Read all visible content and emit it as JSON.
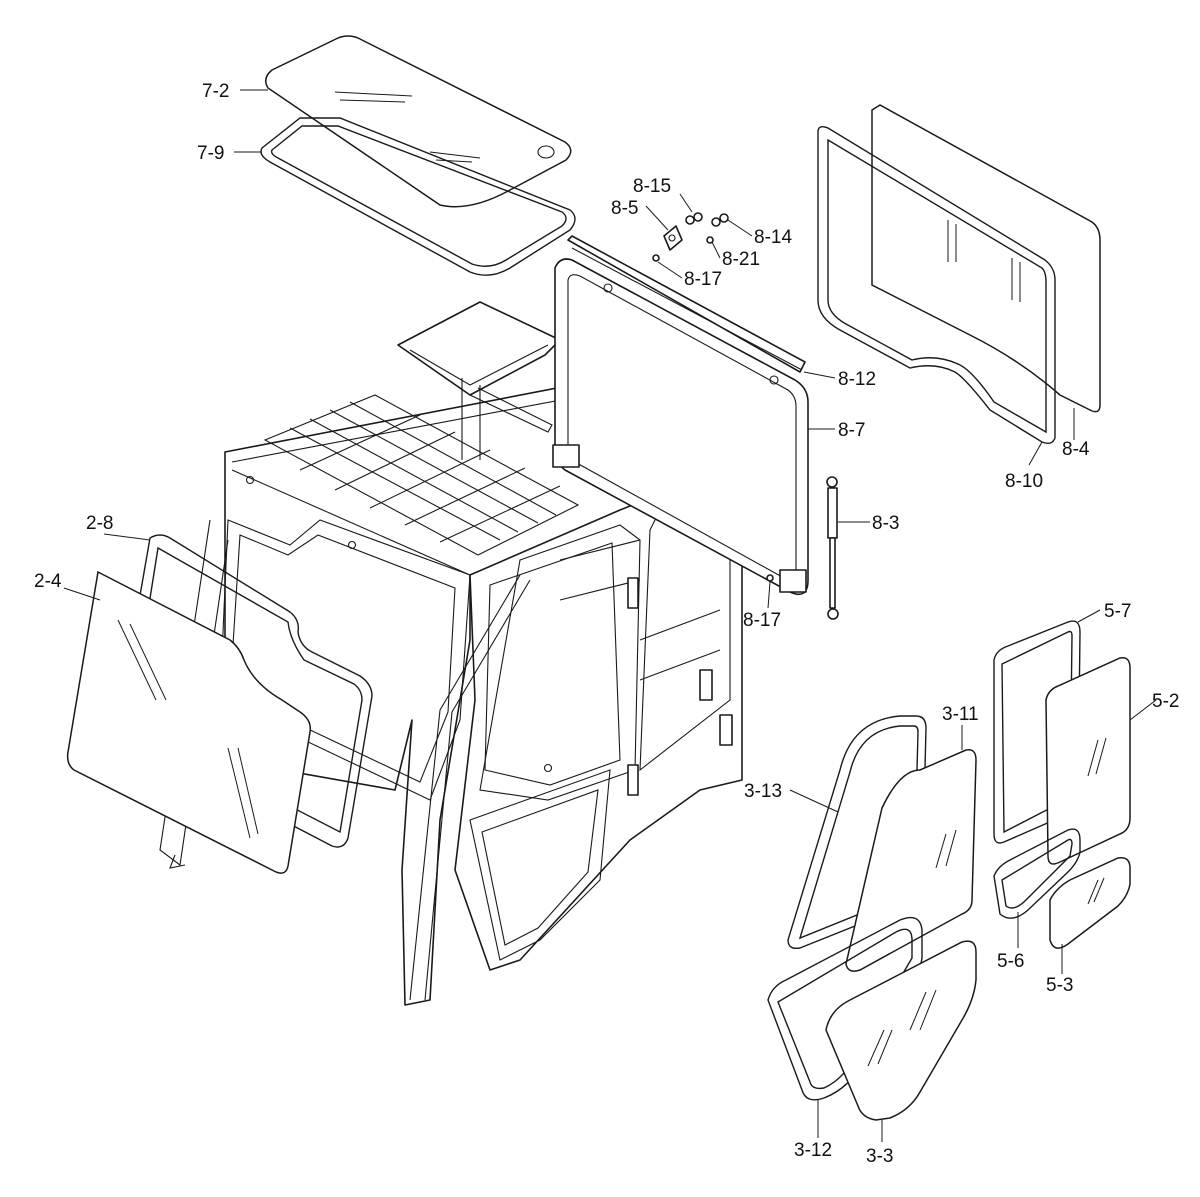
{
  "callouts": [
    {
      "id": "7-2",
      "text": "7-2"
    },
    {
      "id": "7-9",
      "text": "7-9"
    },
    {
      "id": "8-15",
      "text": "8-15"
    },
    {
      "id": "8-5",
      "text": "8-5"
    },
    {
      "id": "8-14",
      "text": "8-14"
    },
    {
      "id": "8-21",
      "text": "8-21"
    },
    {
      "id": "8-17a",
      "text": "8-17"
    },
    {
      "id": "8-12",
      "text": "8-12"
    },
    {
      "id": "8-7",
      "text": "8-7"
    },
    {
      "id": "8-4",
      "text": "8-4"
    },
    {
      "id": "8-10",
      "text": "8-10"
    },
    {
      "id": "8-3",
      "text": "8-3"
    },
    {
      "id": "8-17b",
      "text": "8-17"
    },
    {
      "id": "2-8",
      "text": "2-8"
    },
    {
      "id": "2-4",
      "text": "2-4"
    },
    {
      "id": "5-7",
      "text": "5-7"
    },
    {
      "id": "5-2",
      "text": "5-2"
    },
    {
      "id": "3-11",
      "text": "3-11"
    },
    {
      "id": "3-13",
      "text": "3-13"
    },
    {
      "id": "5-6",
      "text": "5-6"
    },
    {
      "id": "5-3",
      "text": "5-3"
    },
    {
      "id": "3-12",
      "text": "3-12"
    },
    {
      "id": "3-3",
      "text": "3-3"
    }
  ],
  "colors": {
    "line": "#1a1a1a",
    "background": "#ffffff"
  }
}
